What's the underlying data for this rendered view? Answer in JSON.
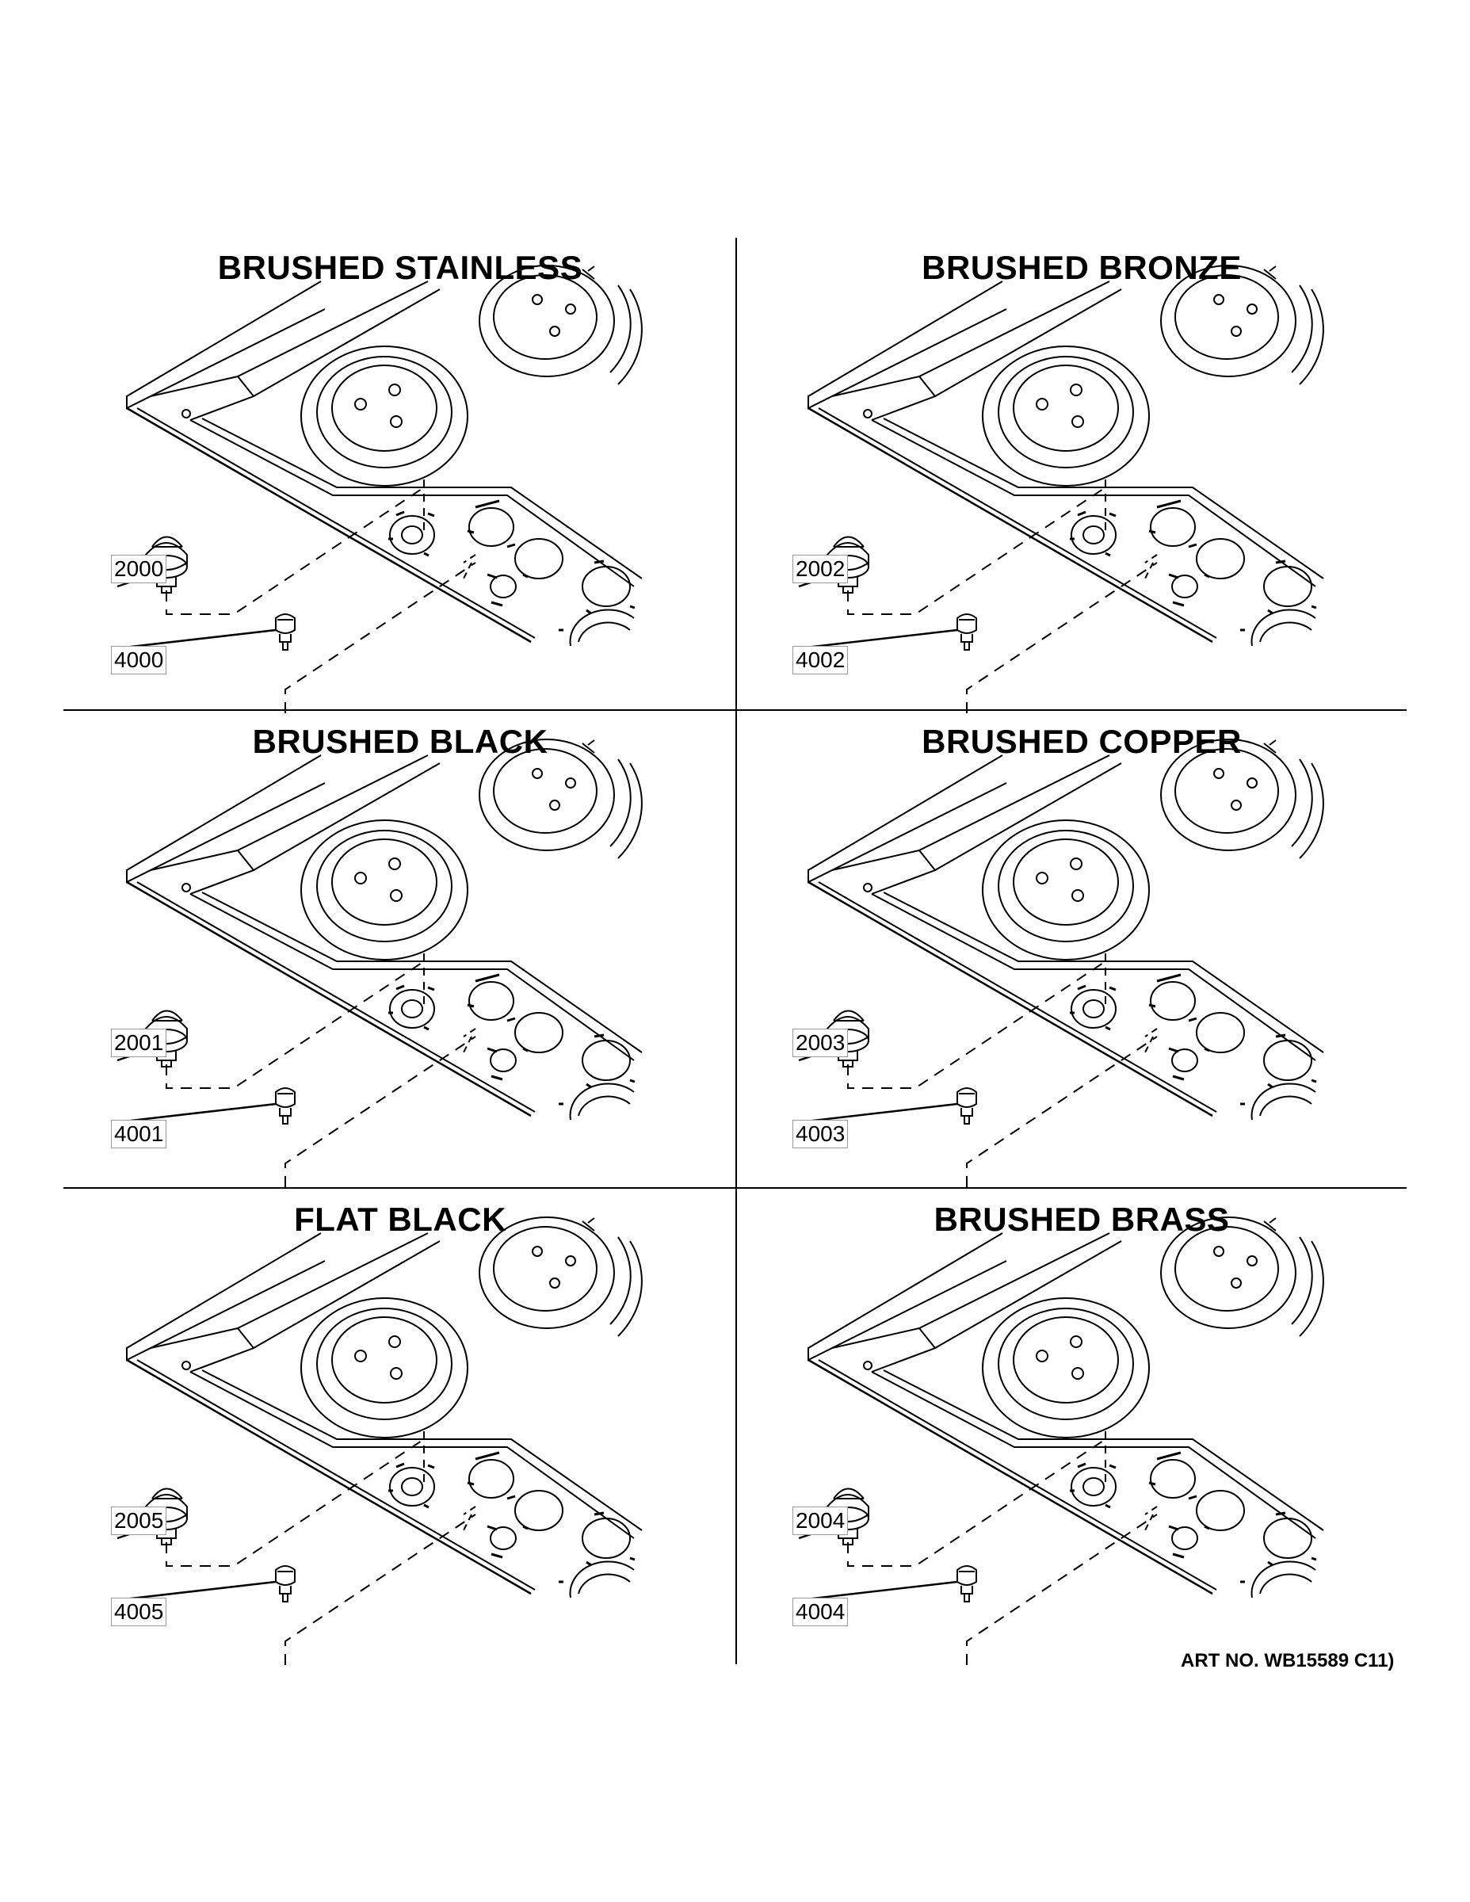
{
  "panels": [
    {
      "title": "BRUSHED STAINLESS",
      "knob_part": "2000",
      "small_knob_part": "4000"
    },
    {
      "title": "BRUSHED BRONZE",
      "knob_part": "2002",
      "small_knob_part": "4002"
    },
    {
      "title": "BRUSHED BLACK",
      "knob_part": "2001",
      "small_knob_part": "4001"
    },
    {
      "title": "BRUSHED COPPER",
      "knob_part": "2003",
      "small_knob_part": "4003"
    },
    {
      "title": "FLAT BLACK",
      "knob_part": "2005",
      "small_knob_part": "4005"
    },
    {
      "title": "BRUSHED BRASS",
      "knob_part": "2004",
      "small_knob_part": "4004"
    }
  ],
  "art_number": "ART NO. WB15589 C11)"
}
